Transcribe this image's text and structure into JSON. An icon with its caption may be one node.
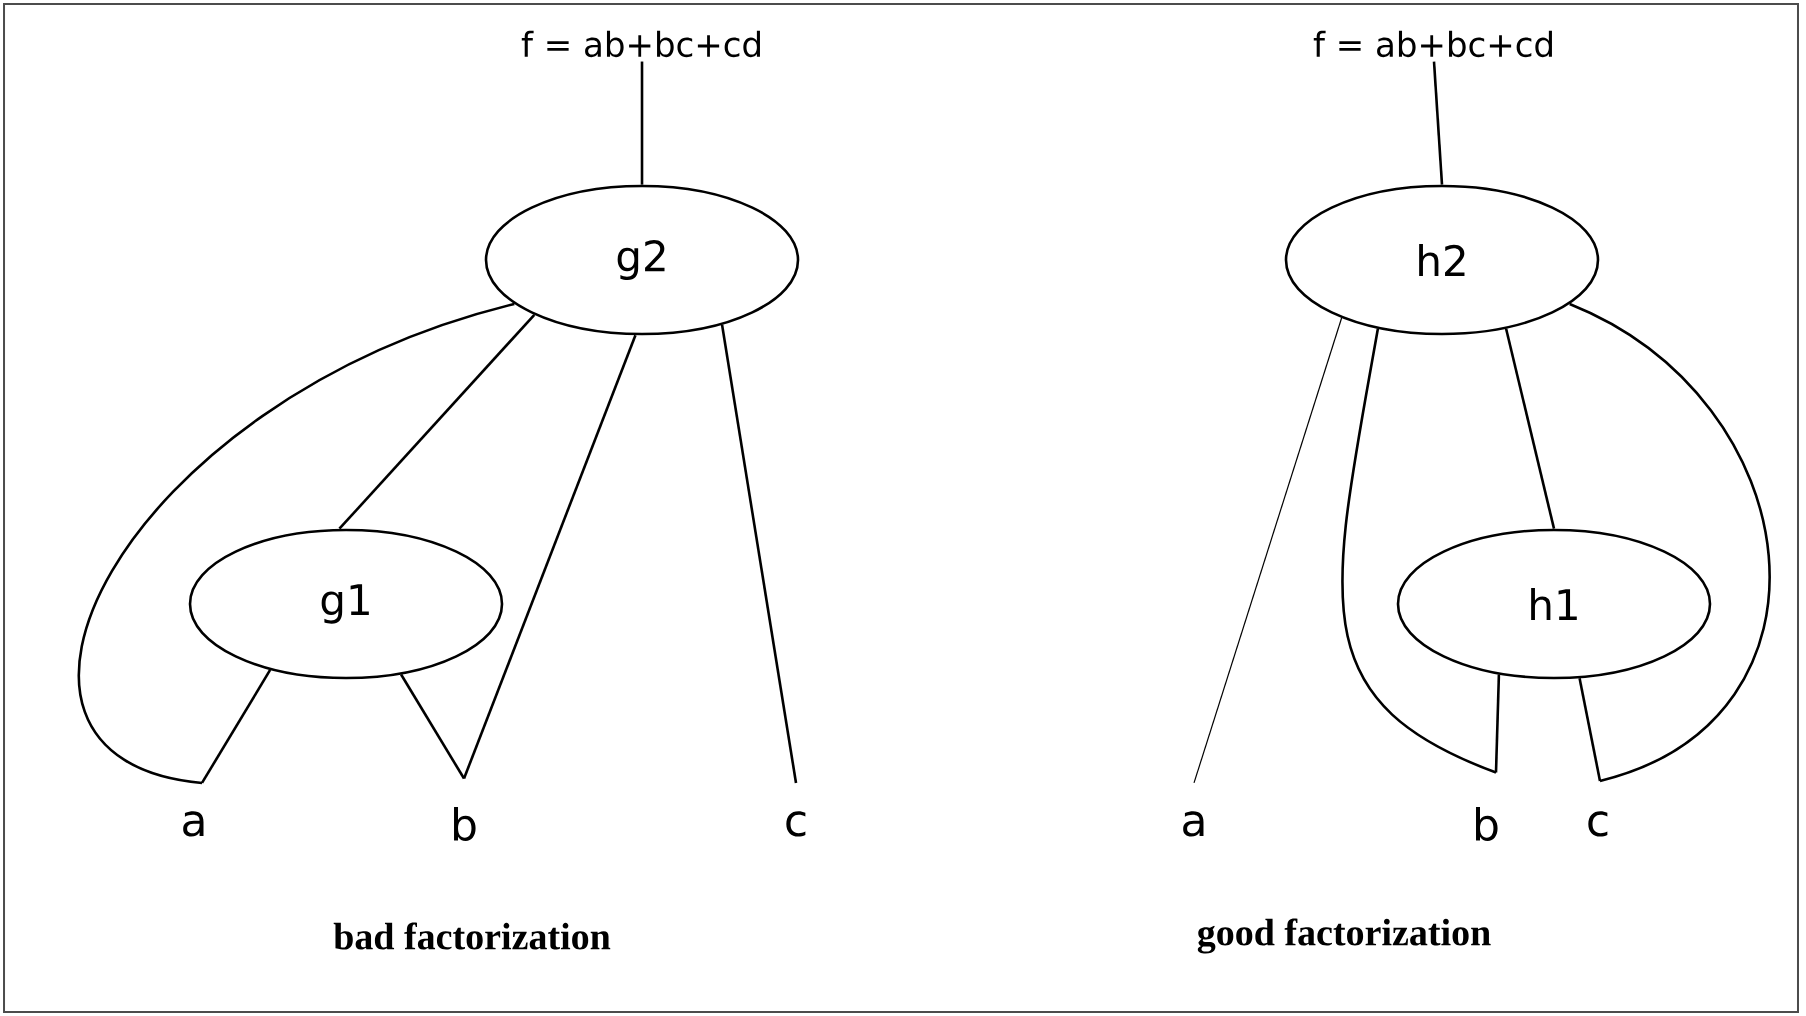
{
  "diagram": {
    "nodes": [
      {
        "text": [
          "f = ab+bc+cd"
        ]
      },
      {
        "text": [
          "g2"
        ]
      },
      {
        "text": [
          "g1"
        ]
      },
      {
        "text": [
          "a"
        ]
      },
      {
        "text": [
          "b"
        ]
      },
      {
        "text": [
          "c"
        ]
      },
      {
        "text": [
          "f = ab+bc+cd"
        ]
      },
      {
        "text": [
          "h2"
        ]
      },
      {
        "text": [
          "h1"
        ]
      },
      {
        "text": [
          "a"
        ]
      },
      {
        "text": [
          "b"
        ]
      },
      {
        "text": [
          "c"
        ]
      }
    ],
    "edges": [
      {
        "from": 0,
        "to": 1,
        "arrow": "none"
      },
      {
        "from": 1,
        "to": 2,
        "arrow": "none"
      },
      {
        "from": 1,
        "to": 3,
        "arrow": "none"
      },
      {
        "from": 2,
        "to": 3,
        "arrow": "none"
      },
      {
        "from": 2,
        "to": 4,
        "arrow": "none"
      },
      {
        "from": 1,
        "to": 4,
        "arrow": "none"
      },
      {
        "from": 1,
        "to": 5,
        "arrow": "none"
      },
      {
        "from": 6,
        "to": 7,
        "arrow": "none"
      },
      {
        "from": 7,
        "to": 9,
        "arrow": "none"
      },
      {
        "from": 7,
        "to": 10,
        "arrow": "none"
      },
      {
        "from": 7,
        "to": 8,
        "arrow": "none"
      },
      {
        "from": 8,
        "to": 10,
        "arrow": "none"
      },
      {
        "from": 8,
        "to": 11,
        "arrow": "none"
      },
      {
        "from": 7,
        "to": 11,
        "arrow": "none"
      }
    ],
    "labels": [
      "bad factorization",
      "good factorization"
    ]
  }
}
